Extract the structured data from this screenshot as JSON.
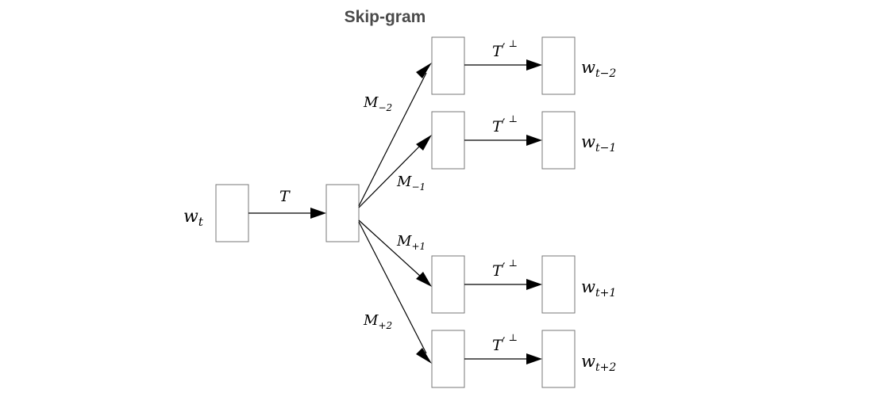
{
  "title": "Skip-gram",
  "input": {
    "base": "w",
    "sub": "t"
  },
  "projection_label": "T",
  "transpose_label": {
    "base": "T",
    "prime": "′",
    "perp": "⊥"
  },
  "branches": [
    {
      "matrix": {
        "base": "M",
        "sub": "−2"
      },
      "output": {
        "base": "w",
        "sub": "t−2"
      }
    },
    {
      "matrix": {
        "base": "M",
        "sub": "−1"
      },
      "output": {
        "base": "w",
        "sub": "t−1"
      }
    },
    {
      "matrix": {
        "base": "M",
        "sub": "+1"
      },
      "output": {
        "base": "w",
        "sub": "t+1"
      }
    },
    {
      "matrix": {
        "base": "M",
        "sub": "+2"
      },
      "output": {
        "base": "w",
        "sub": "t+2"
      }
    }
  ]
}
